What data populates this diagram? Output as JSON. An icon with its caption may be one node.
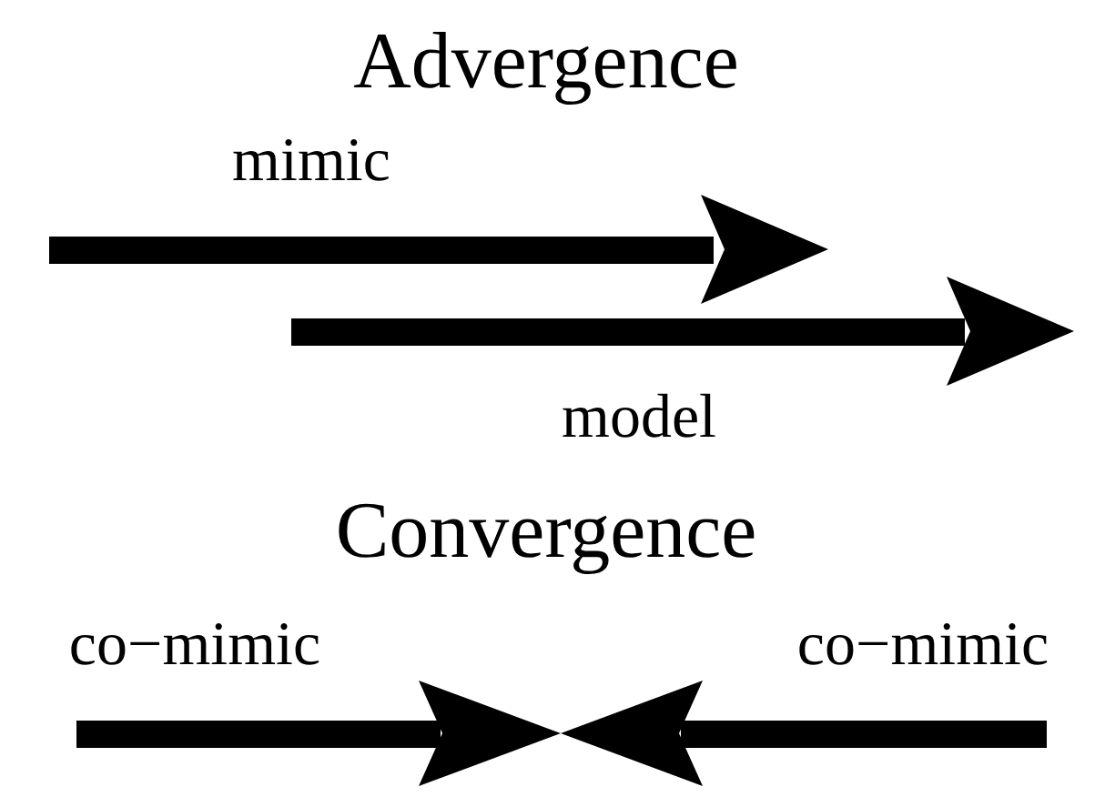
{
  "diagram": {
    "labels": [
      "Advergence",
      "mimic",
      "model",
      "Convergence",
      "co−mimic",
      "co−mimic"
    ]
  }
}
